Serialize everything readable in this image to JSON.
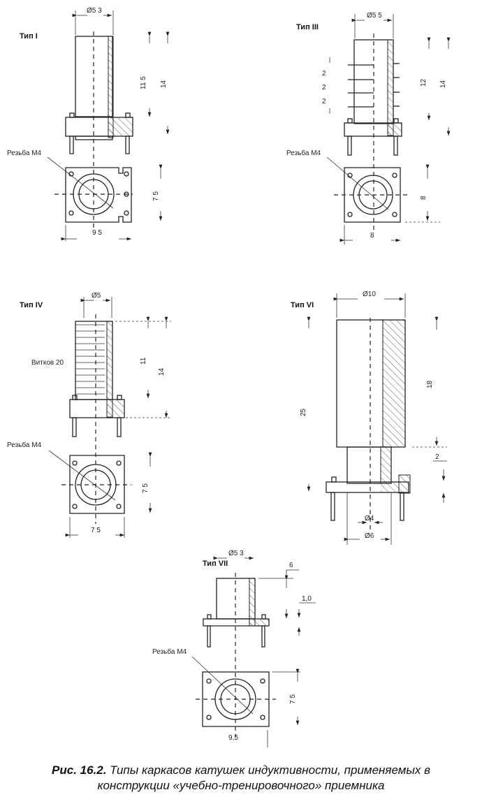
{
  "thread_label": "Резьба М4",
  "type1": {
    "title": "Тип I",
    "diameter": "Ø5 3",
    "height_inner": "11 5",
    "height_total": "14",
    "width_top": "7 5",
    "width_bottom": "9 5"
  },
  "type3": {
    "title": "Тип III",
    "diameter": "Ø5 5",
    "pitch": [
      "2",
      "2",
      "2"
    ],
    "height_inner": "12",
    "height_total": "14",
    "width_side": "8",
    "width_bottom": "8"
  },
  "type4": {
    "title": "Тип IV",
    "diameter": "Ø5",
    "turns": "Витков 20",
    "height_inner": "11",
    "height_total": "14",
    "width_side": "7 5",
    "width_bottom": "7 5"
  },
  "type6": {
    "title": "Тип VI",
    "diameter": "Ø10",
    "height_total": "25",
    "height_upper": "18",
    "flange": "2",
    "inner_diameter": "Ø4",
    "lower_diameter": "Ø6"
  },
  "type7": {
    "title": "Тип VII",
    "diameter": "Ø5 3",
    "height": "6",
    "base": "1,0",
    "width_side": "7 5",
    "width_bottom": "9,5"
  },
  "caption": {
    "figure": "Рис. 16.2.",
    "line1": "Типы каркасов катушек индуктивности, применяемых в",
    "line2": "конструкции «учебно-тренировочного» приемника"
  }
}
